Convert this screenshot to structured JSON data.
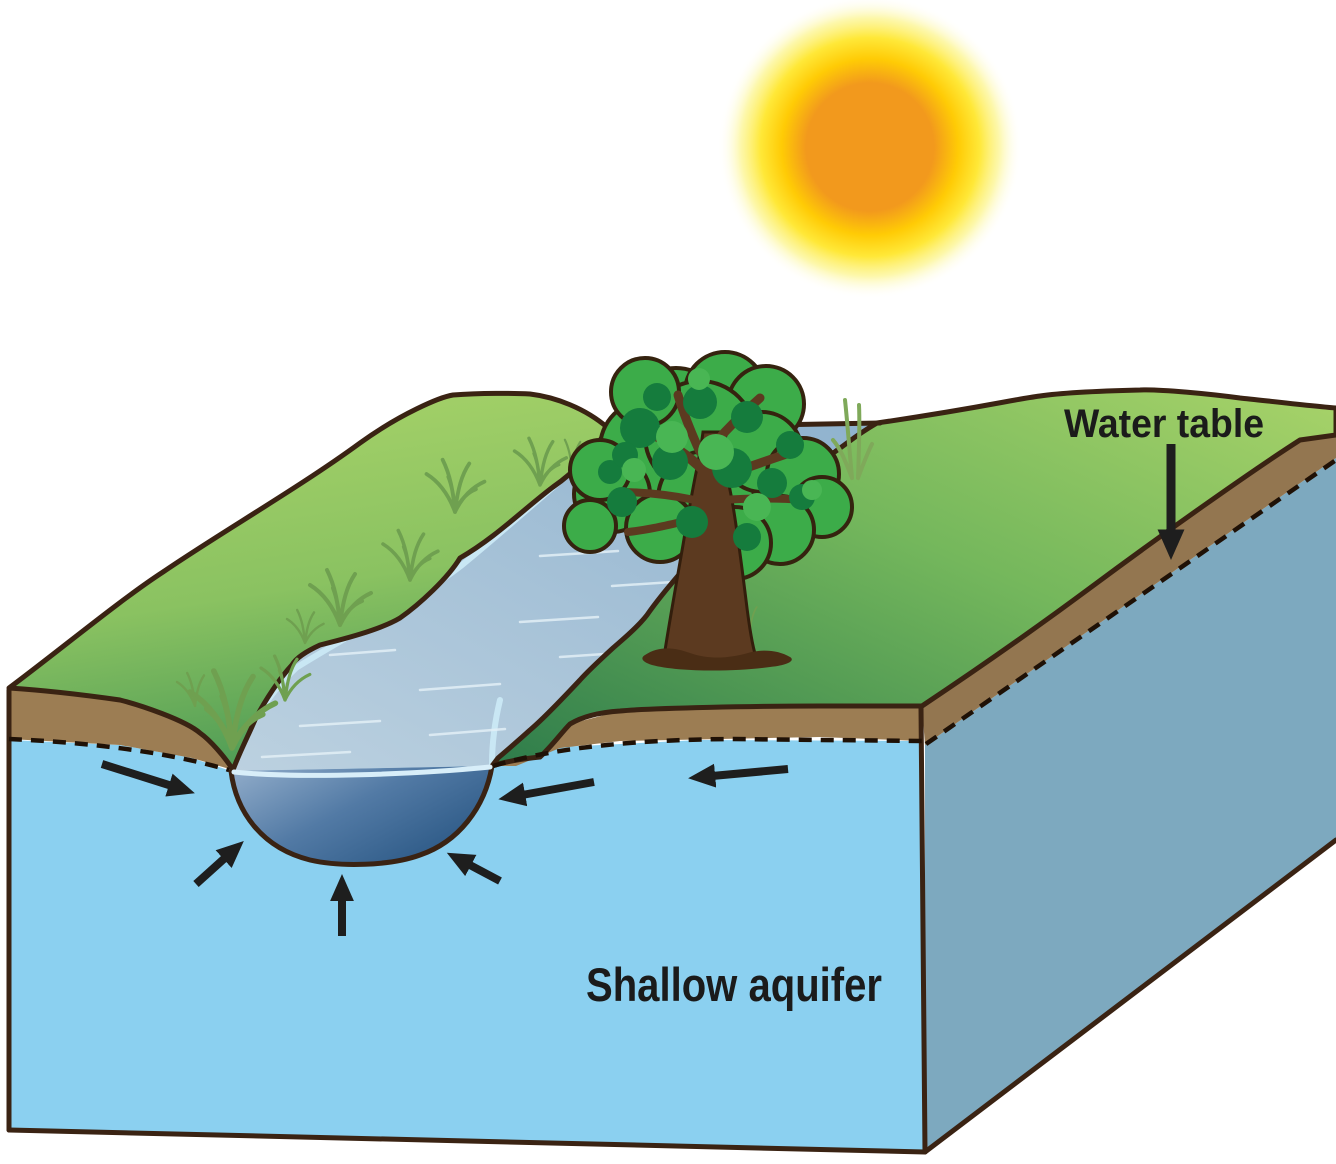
{
  "diagram": {
    "title": "Shallow aquifer block diagram",
    "scene": "3D cut-away block of land showing a stream fed by groundwater from a shallow aquifer",
    "labels": {
      "water_table": "Water table",
      "shallow_aquifer": "Shallow aquifer"
    },
    "annotations": {
      "water_table_arrow": "arrow from the Water table label pointing down to the dashed water-table line",
      "flow_arrows_count": 6,
      "flow_arrows_meaning": "groundwater flow converging into the stream channel"
    },
    "features": [
      "sun",
      "tree on right bank",
      "grass-covered hills",
      "stream flowing toward cut face",
      "stream channel cross-section",
      "brown soil layer",
      "dashed water-table line",
      "light-blue aquifer front face",
      "gray-blue aquifer side face",
      "grass tufts"
    ],
    "colors": {
      "background": "#FFFFFF",
      "sun_core": "#F2991D",
      "sun_glow": "#FFD400",
      "grass_light": "#A8D369",
      "grass_dark": "#2E7C4B",
      "soil": "#9C7D53",
      "aquifer_front": "#8BD0F0",
      "aquifer_side": "#7DA9BF",
      "river_surface": "#9FBCD4",
      "channel_deep": "#2B5885",
      "outline": "#3A2313",
      "arrow": "#1E1E1E",
      "text": "#1B1B1B"
    }
  }
}
